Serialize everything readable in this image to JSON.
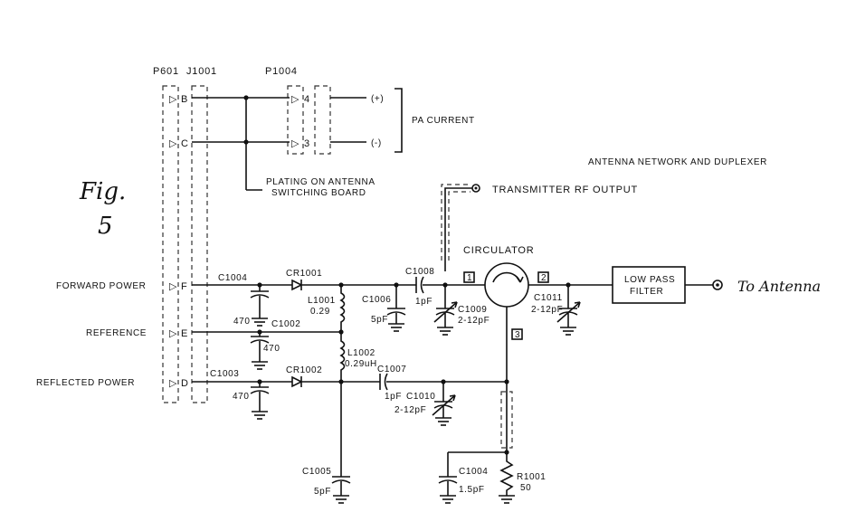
{
  "connectors": {
    "p601": "P601",
    "j1001": "J1001",
    "p1004": "P1004"
  },
  "pins": {
    "b": "B",
    "c": "C",
    "f": "F",
    "e": "E",
    "d": "D",
    "p4": "4",
    "p3": "3"
  },
  "pa_current": {
    "plus": "(+)",
    "minus": "(-)",
    "label": "PA CURRENT"
  },
  "plating_note": {
    "line1": "PLATING ON ANTENNA",
    "line2": "SWITCHING BOARD"
  },
  "title": "ANTENNA NETWORK AND DUPLEXER",
  "figure": {
    "line1": "Fig.",
    "line2": "5"
  },
  "tx_rf_output": "TRANSMITTER RF OUTPUT",
  "circulator": {
    "label": "CIRCULATOR",
    "port1": "1",
    "port2": "2",
    "port3": "3"
  },
  "filter": {
    "line1": "LOW PASS",
    "line2": "FILTER"
  },
  "to_antenna": "To Antenna",
  "inputs": {
    "forward": "FORWARD POWER",
    "reference": "REFERENCE",
    "reflected": "REFLECTED POWER"
  },
  "components": {
    "c1004_top": {
      "name": "C1004",
      "value": "470"
    },
    "cr1001": "CR1001",
    "l1001": {
      "name": "L1001",
      "value": "0.29"
    },
    "c1006": {
      "name": "C1006",
      "value": "5pF"
    },
    "c1008": {
      "name": "C1008",
      "value": "1pF"
    },
    "c1009": {
      "name": "C1009",
      "value": "2-12pF"
    },
    "c1011": {
      "name": "C1011",
      "value": "2-12pF"
    },
    "c1002": {
      "name": "C1002",
      "value": "470"
    },
    "l1002": {
      "name": "L1002",
      "value": "0.29uH"
    },
    "c1003": {
      "name": "C1003",
      "value": "470"
    },
    "cr1002": "CR1002",
    "c1007": {
      "name": "C1007",
      "value": "1pF"
    },
    "c1010": {
      "name": "C1010",
      "value": "2-12pF"
    },
    "c1005": {
      "name": "C1005",
      "value": "5pF"
    },
    "c1004_bottom": {
      "name": "C1004",
      "value": "1.5pF"
    },
    "r1001": {
      "name": "R1001",
      "value": "50"
    }
  }
}
